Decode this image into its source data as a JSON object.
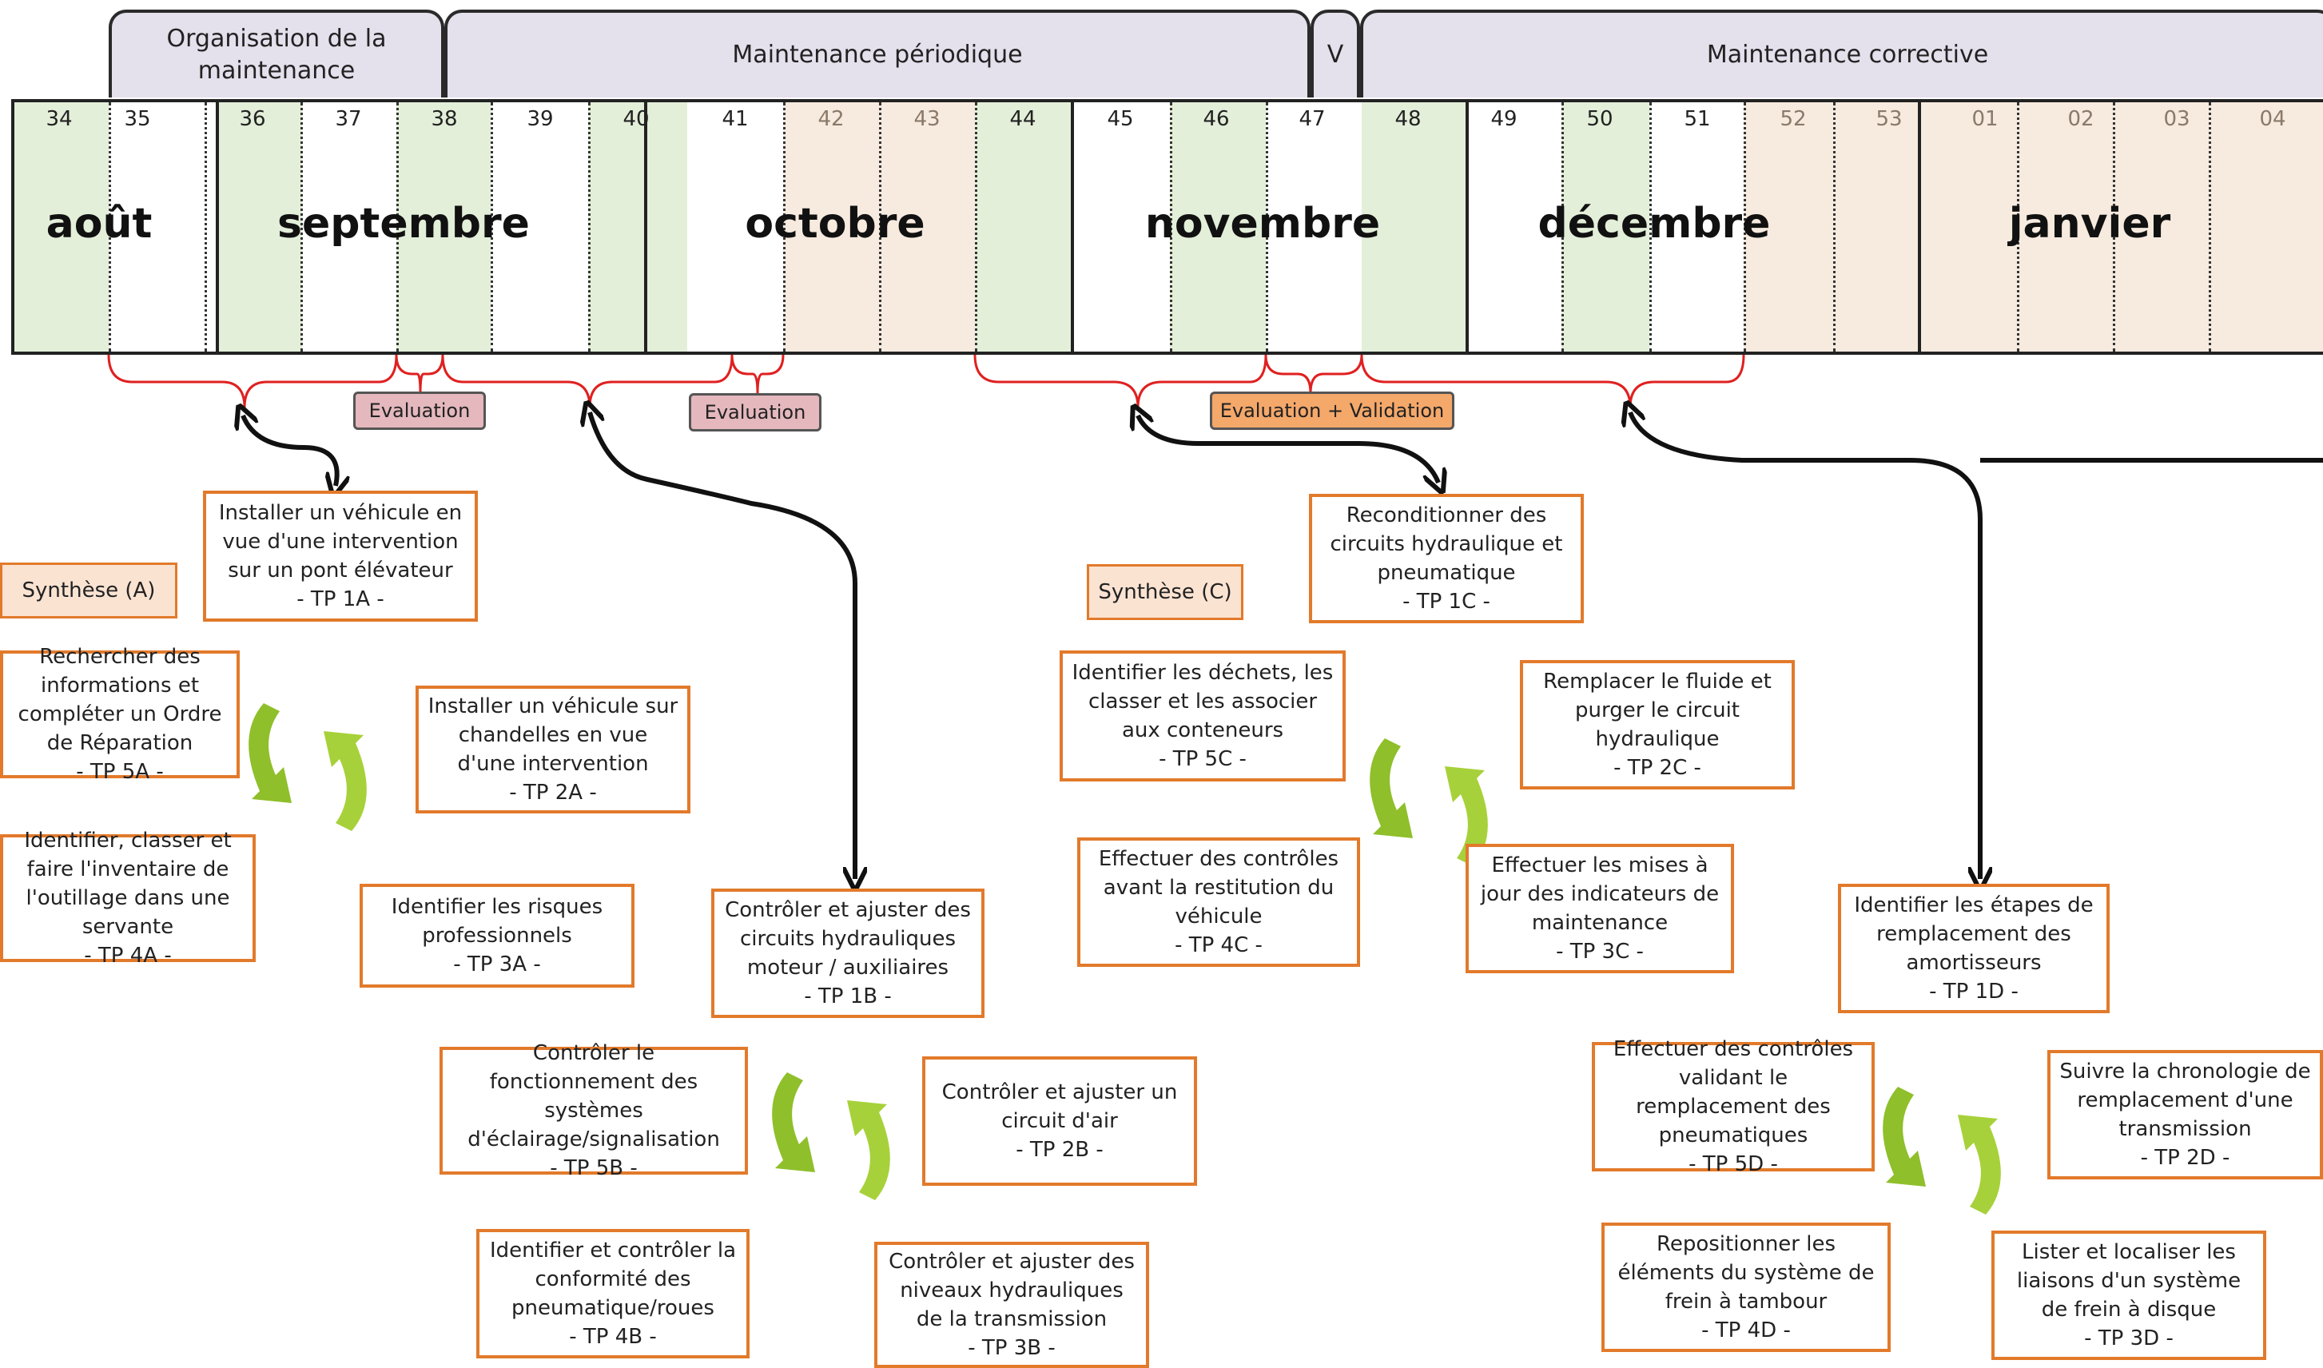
{
  "headers": [
    {
      "label": "Organisation de la maintenance"
    },
    {
      "label": "Maintenance périodique"
    },
    {
      "label": "V"
    },
    {
      "label": "Maintenance corrective"
    }
  ],
  "weeks": [
    "34",
    "35",
    "36",
    "37",
    "38",
    "39",
    "40",
    "41",
    "42",
    "43",
    "44",
    "45",
    "46",
    "47",
    "48",
    "49",
    "50",
    "51",
    "52",
    "53",
    "01",
    "02",
    "03",
    "04"
  ],
  "months": [
    "août",
    "septembre",
    "octobre",
    "novembre",
    "décembre",
    "janvier"
  ],
  "evaluations": [
    {
      "label": "Evaluation"
    },
    {
      "label": "Evaluation"
    },
    {
      "label": "Evaluation + Validation"
    }
  ],
  "syntheses": [
    {
      "label": "Synthèse (A)"
    },
    {
      "label": "Synthèse (C)"
    }
  ],
  "tasks": {
    "tp1a": {
      "text": "Installer un véhicule en vue d'une intervention sur un pont élévateur",
      "code": "- TP 1A -"
    },
    "tp5a": {
      "text": "Rechercher des informations et compléter un Ordre de Réparation",
      "code": "- TP 5A -"
    },
    "tp2a": {
      "text": "Installer un véhicule sur chandelles en vue d'une intervention",
      "code": "- TP 2A -"
    },
    "tp4a": {
      "text": "Identifier, classer et faire l'inventaire de l'outillage dans une servante",
      "code": "- TP 4A -"
    },
    "tp3a": {
      "text": "Identifier les risques professionnels",
      "code": "- TP 3A -"
    },
    "tp1b": {
      "text": "Contrôler et ajuster des circuits hydrauliques moteur / auxiliaires",
      "code": "- TP 1B -"
    },
    "tp5b": {
      "text": "Contrôler le fonctionnement des systèmes d'éclairage/signalisation",
      "code": "- TP 5B -"
    },
    "tp2b": {
      "text": "Contrôler et ajuster un circuit d'air",
      "code": "- TP 2B -"
    },
    "tp4b": {
      "text": "Identifier et contrôler la conformité des pneumatique/roues",
      "code": "- TP 4B -"
    },
    "tp3b": {
      "text": "Contrôler et ajuster des niveaux hydrauliques de la transmission",
      "code": "- TP 3B -"
    },
    "tp1c": {
      "text": "Reconditionner des circuits hydraulique et pneumatique",
      "code": "- TP 1C -"
    },
    "tp5c": {
      "text": "Identifier les déchets, les classer et les associer aux conteneurs",
      "code": "- TP 5C -"
    },
    "tp2c": {
      "text": "Remplacer le fluide et purger le circuit hydraulique",
      "code": "- TP 2C -"
    },
    "tp4c": {
      "text": "Effectuer des contrôles avant la restitution du véhicule",
      "code": "- TP 4C -"
    },
    "tp3c": {
      "text": "Effectuer les mises à jour des indicateurs de maintenance",
      "code": "- TP 3C -"
    },
    "tp1d": {
      "text": "Identifier les étapes de remplacement des amortisseurs",
      "code": "- TP 1D -"
    },
    "tp5d": {
      "text": "Effectuer des contrôles validant le remplacement des pneumatiques",
      "code": "- TP 5D -"
    },
    "tp2d": {
      "text": "Suivre la chronologie de remplacement d'une transmission",
      "code": "- TP 2D -"
    },
    "tp4d": {
      "text": "Repositionner les éléments du système de frein à tambour",
      "code": "- TP 4D -"
    },
    "tp3d": {
      "text": "Lister et localiser les liaisons d'un système de frein à disque",
      "code": "- TP 3D -"
    }
  },
  "colors": {
    "header_bg": "#e4e0ec",
    "green_week": "#e3efd9",
    "holiday_week": "#f7eadf",
    "box_border": "#e27a2b",
    "bracket": "#e02020",
    "cycle_arrow": "#8fbf2a"
  }
}
